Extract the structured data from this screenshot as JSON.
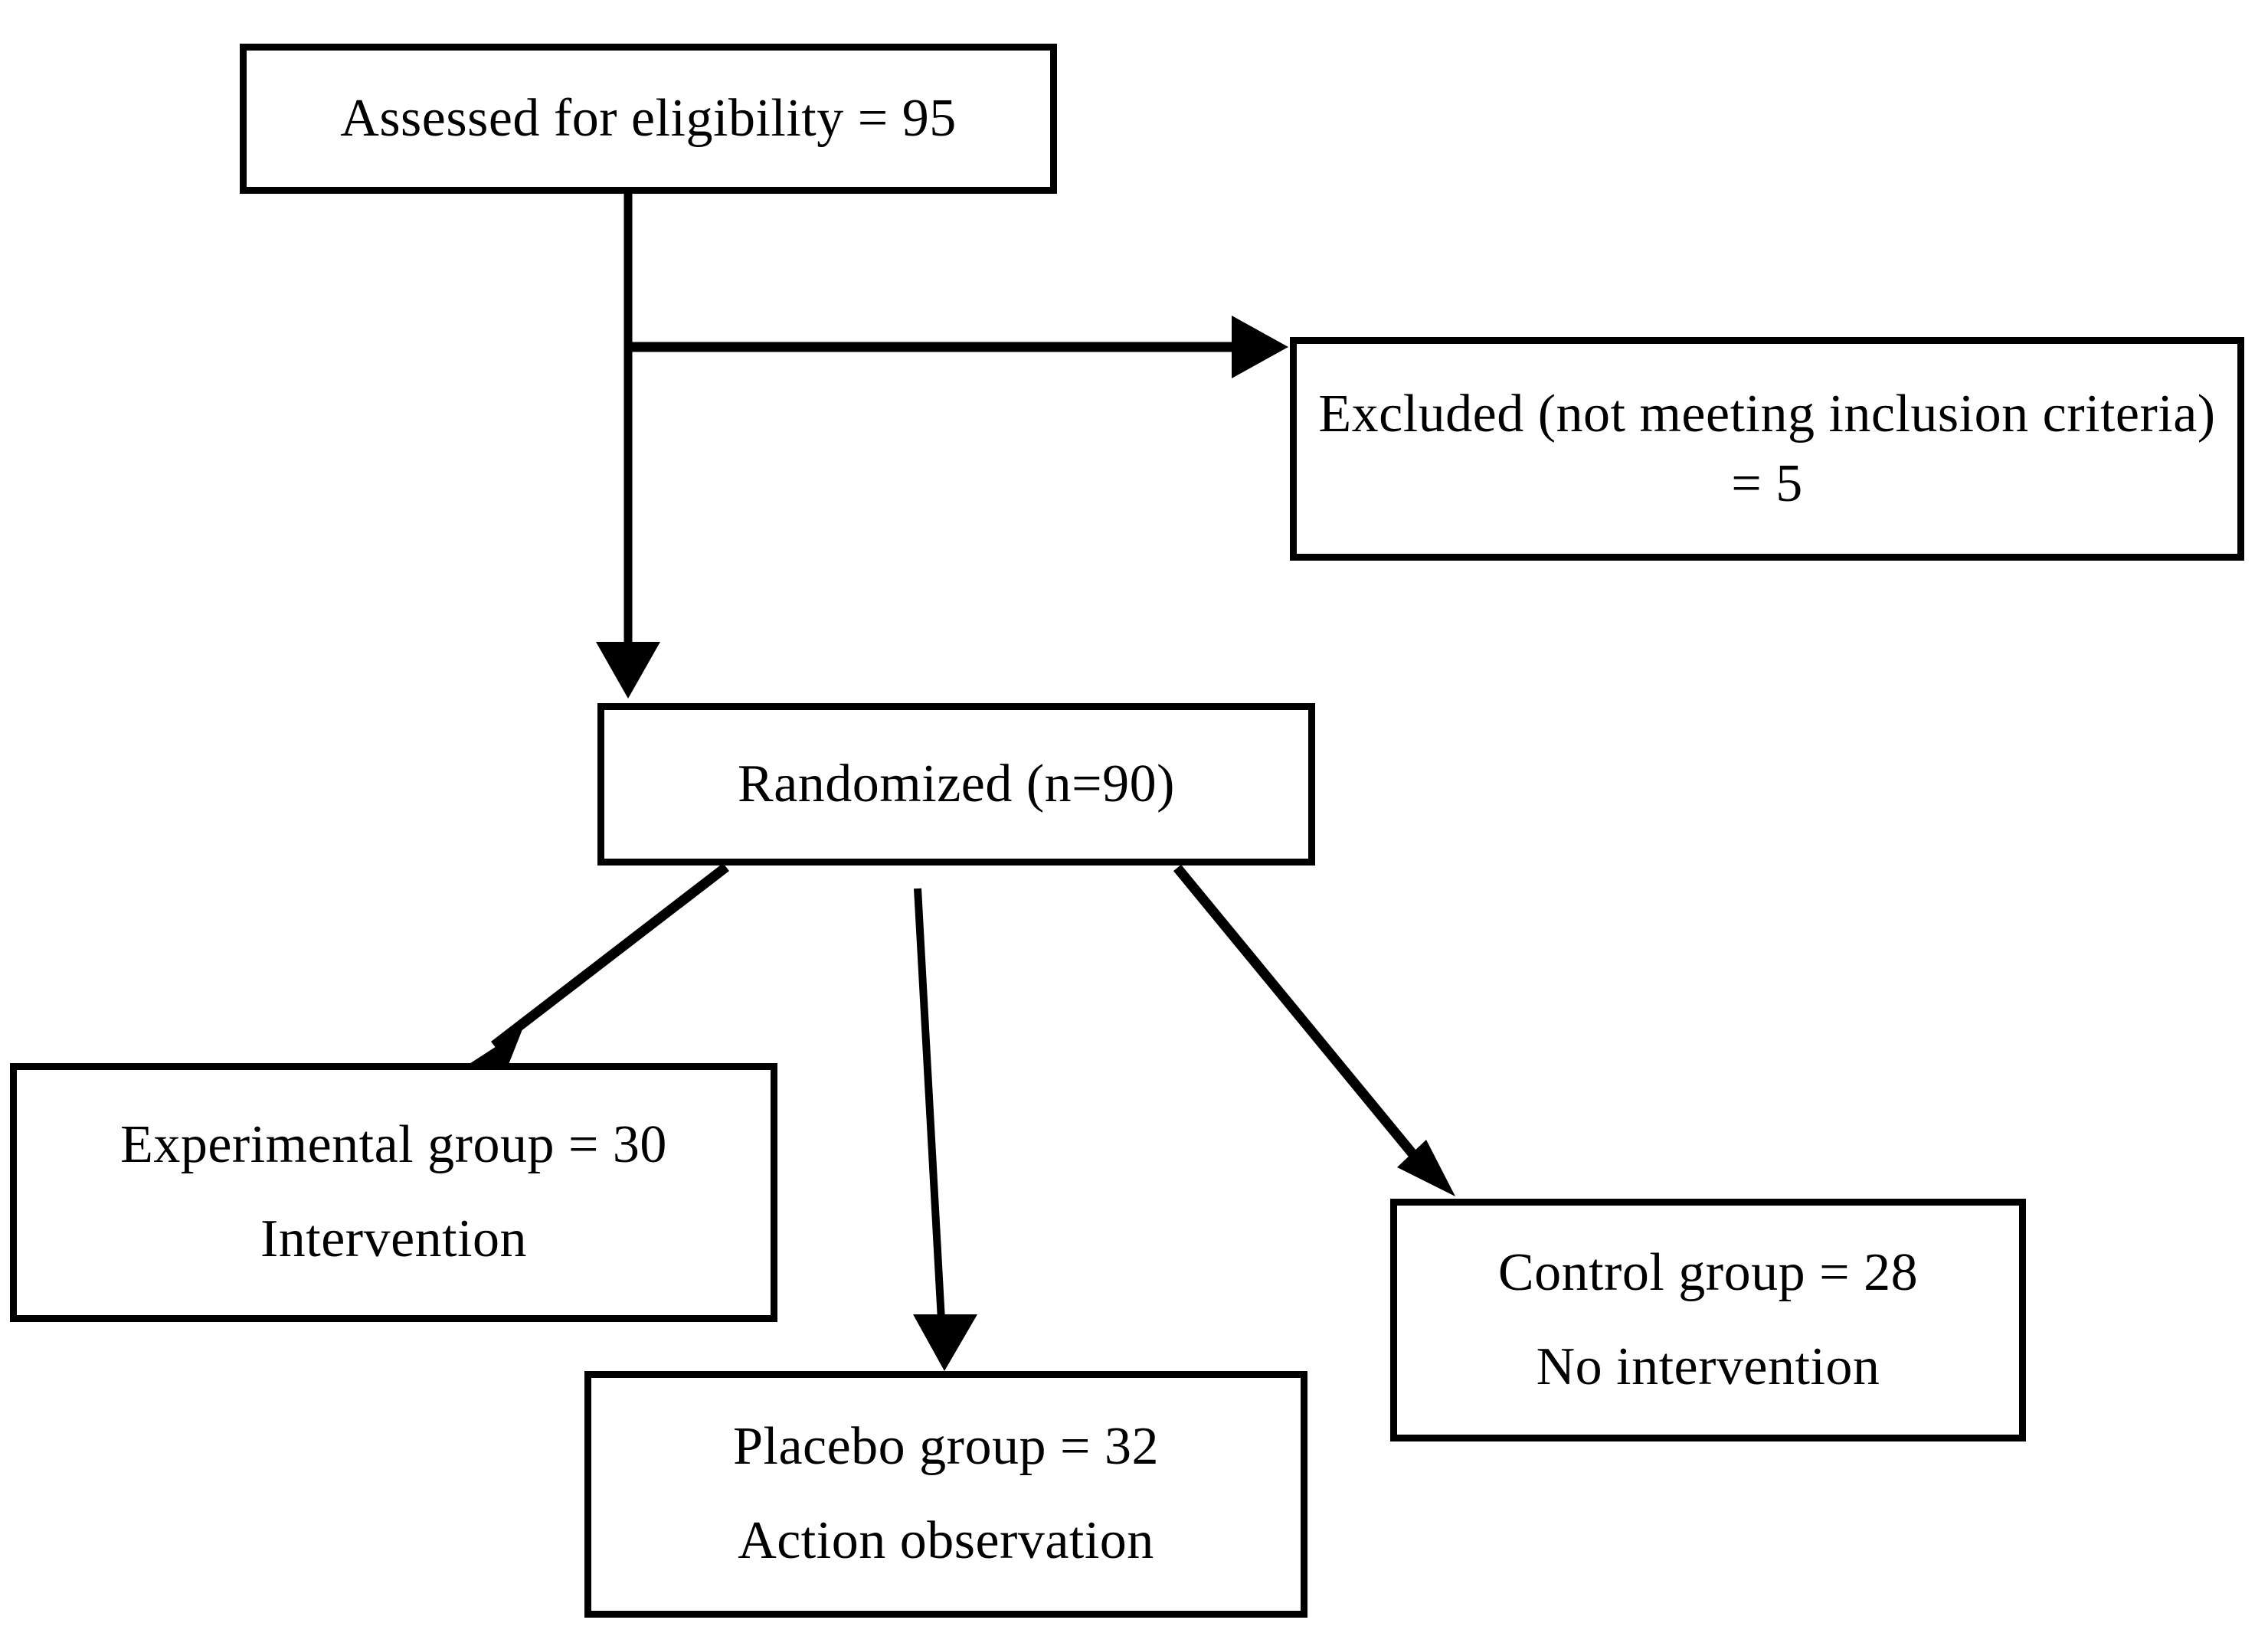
{
  "diagram": {
    "type": "flowchart",
    "title": "CONSORT participant flow diagram",
    "background_color": "#ffffff",
    "line_color": "#000000",
    "text_color": "#000000",
    "nodes": [
      {
        "id": "assessed",
        "name": "assessed-for-eligibility-box",
        "lines": [
          "Assessed for eligibility = 95"
        ],
        "count": 95
      },
      {
        "id": "excluded",
        "name": "excluded-box",
        "lines": [
          "Excluded (not meeting inclusion criteria) = 5"
        ],
        "count": 5
      },
      {
        "id": "randomized",
        "name": "randomized-box",
        "lines": [
          "Randomized (n=90)"
        ],
        "count": 90
      },
      {
        "id": "experimental",
        "name": "experimental-group-box",
        "lines": [
          "Experimental group = 30",
          "Intervention"
        ],
        "count": 30
      },
      {
        "id": "placebo",
        "name": "placebo-group-box",
        "lines": [
          "Placebo group = 32",
          "Action observation"
        ],
        "count": 32
      },
      {
        "id": "control",
        "name": "control-group-box",
        "lines": [
          "Control group = 28",
          "No intervention"
        ],
        "count": 28
      }
    ],
    "edges": [
      {
        "from": "assessed",
        "to": "excluded",
        "style": "elbow-right-arrow"
      },
      {
        "from": "assessed",
        "to": "randomized",
        "style": "vertical-arrow"
      },
      {
        "from": "randomized",
        "to": "experimental",
        "style": "diagonal-left-arrow"
      },
      {
        "from": "randomized",
        "to": "placebo",
        "style": "vertical-arrow"
      },
      {
        "from": "randomized",
        "to": "control",
        "style": "diagonal-right-arrow"
      }
    ]
  },
  "boxes": {
    "assessed": {
      "line1": "Assessed for eligibility = 95"
    },
    "excluded": {
      "line1": "Excluded (not meeting inclusion criteria) = 5"
    },
    "randomized": {
      "line1": "Randomized (n=90)"
    },
    "experimental": {
      "line1": "Experimental group = 30",
      "line2": "Intervention"
    },
    "placebo": {
      "line1": "Placebo group = 32",
      "line2": "Action observation"
    },
    "control": {
      "line1": "Control group = 28",
      "line2": "No intervention"
    }
  }
}
